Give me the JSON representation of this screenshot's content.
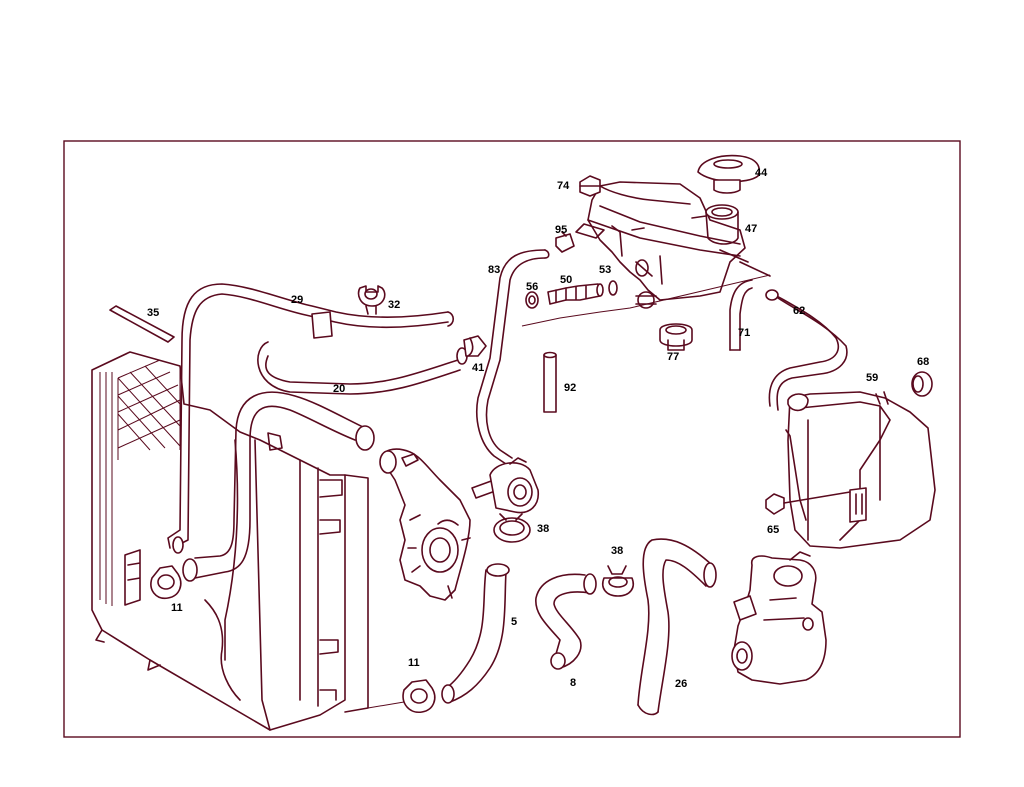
{
  "diagram": {
    "line_color": "#5a0a1e",
    "label_color": "#000000",
    "labels": {
      "p74": "74",
      "p44": "44",
      "p47": "47",
      "p95": "95",
      "p83": "83",
      "p50": "50",
      "p53": "53",
      "p56": "56",
      "p62": "62",
      "p71": "71",
      "p77": "77",
      "p29": "29",
      "p32": "32",
      "p35": "35",
      "p41": "41",
      "p20": "20",
      "p92": "92",
      "p59": "59",
      "p68": "68",
      "p65": "65",
      "p38a": "38",
      "p38b": "38",
      "p11a": "11",
      "p11b": "11",
      "p5": "5",
      "p8": "8",
      "p26": "26"
    }
  }
}
